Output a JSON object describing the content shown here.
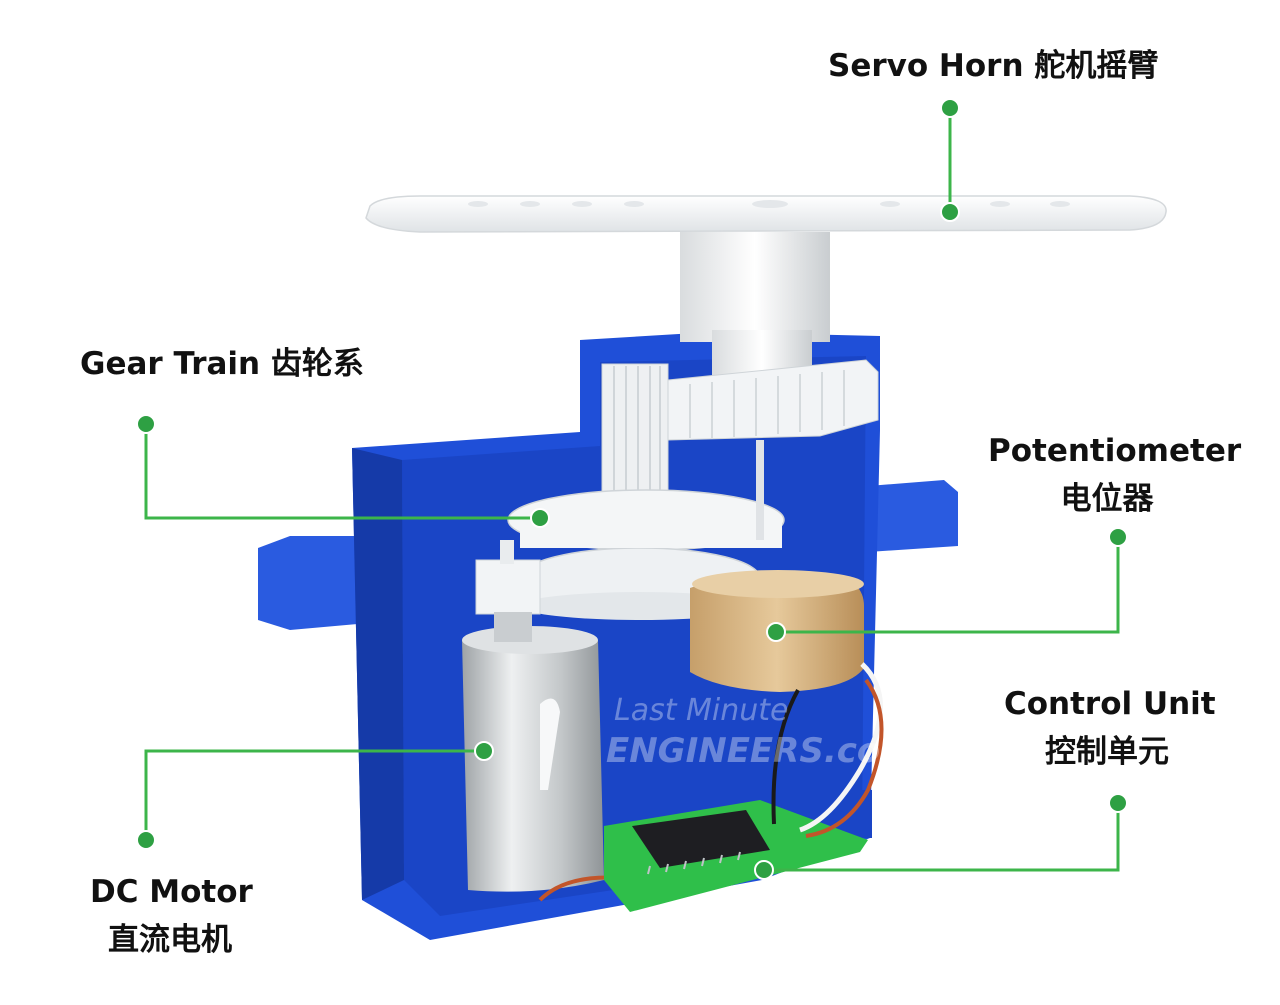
{
  "colors": {
    "leader": "#3cb54a",
    "leader_dot": "#2ea043",
    "case_blue": "#1f4fd8",
    "case_blue_dark": "#153aa8",
    "plastic_white": "#f2f4f6",
    "pot_tan": "#d9b98a",
    "pcb_green": "#2fbf4a",
    "motor_silver": "#cfd2d4",
    "label_text": "#111111"
  },
  "labels": {
    "servo_horn": "Servo Horn 舵机摇臂",
    "gear_train": "Gear Train 齿轮系",
    "potentiometer": {
      "en": "Potentiometer",
      "zh": "电位器"
    },
    "control_unit": {
      "en": "Control Unit",
      "zh": "控制单元"
    },
    "dc_motor": {
      "en": "DC Motor",
      "zh": "直流电机"
    }
  },
  "watermark": {
    "line1": "Last Minute",
    "line2": "ENGINEERS.com"
  }
}
